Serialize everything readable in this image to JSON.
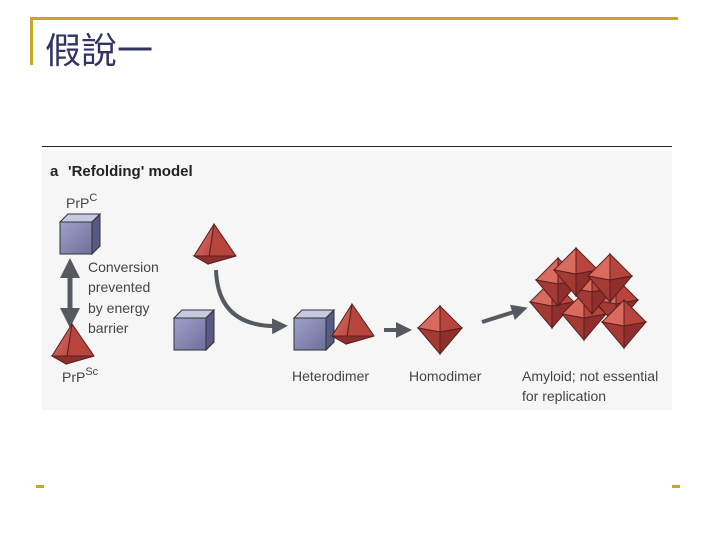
{
  "slide": {
    "title": "假說一"
  },
  "figure": {
    "panel_letter": "a",
    "panel_title": "'Refolding' model",
    "prpc_label": "PrP",
    "prpc_sup": "C",
    "prpsc_label": "PrP",
    "prpsc_sup": "Sc",
    "barrier_lines": [
      "Conversion",
      "prevented",
      "by energy",
      "barrier"
    ],
    "heterodimer_label": "Heterodimer",
    "homodimer_label": "Homodimer",
    "amyloid_lines": [
      "Amyloid; not essential",
      "for replication"
    ],
    "colors": {
      "cube": "#7f82b0",
      "pyramid": "#c44b43",
      "arrow": "#555a60"
    }
  }
}
